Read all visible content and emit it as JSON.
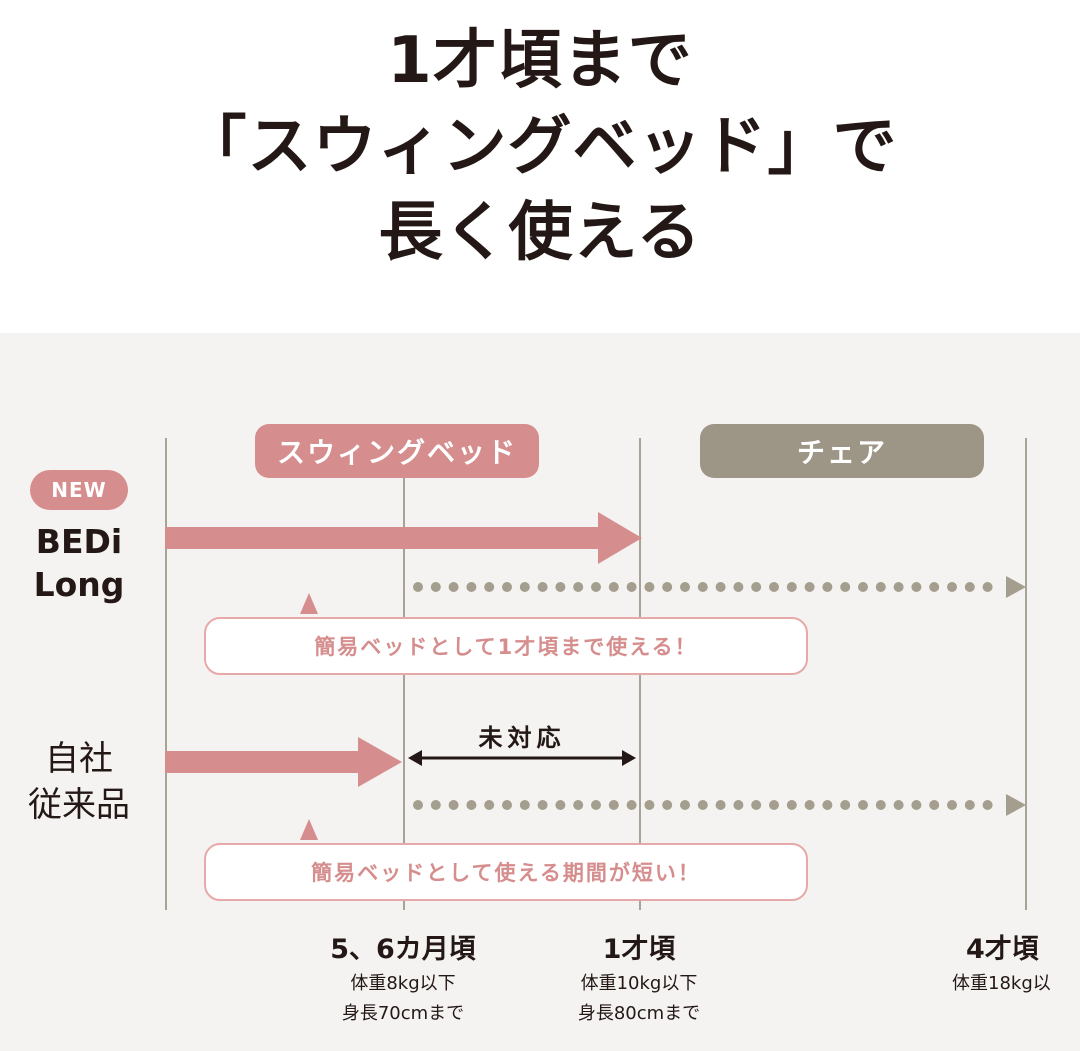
{
  "title": {
    "line1": "1才頃まで",
    "line2": "「スウィングベッド」で",
    "line3": "長く使える"
  },
  "phases": {
    "swing": "スウィングベッド",
    "chair": "チェア"
  },
  "rows": {
    "new_badge": "NEW",
    "bedi_line1": "BEDi",
    "bedi_line2": "Long",
    "jisha_line1": "自社",
    "jisha_line2": "従来品"
  },
  "callouts": {
    "bedi": "簡易ベッドとして1才頃まで使える！",
    "jisha": "簡易ベッドとして使える期間が短い！"
  },
  "unsupported_label": "未対応",
  "ticks": [
    {
      "main": "5、6カ月頃",
      "sub1": "体重8kg以下",
      "sub2": "身長70cmまで"
    },
    {
      "main": "1才頃",
      "sub1": "体重10kg以下",
      "sub2": "身長80cmまで"
    },
    {
      "main": "4才頃",
      "sub1": "体重18kg以",
      "sub2": ""
    }
  ],
  "colors": {
    "pink": "#d58e8d",
    "pink_border": "#e7a9a8",
    "taupe": "#9d9585",
    "dots": "#a49e8e",
    "vline": "#a9a397",
    "panel_bg": "#f4f3f1"
  }
}
